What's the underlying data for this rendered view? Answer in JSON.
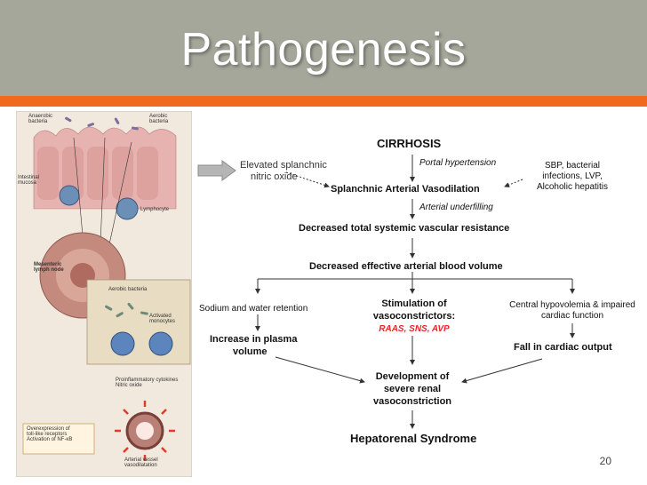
{
  "slide": {
    "title": "Pathogenesis",
    "page_number": "20"
  },
  "illustration": {
    "anaerobic_bacteria": "Anaerobic\nbacteria",
    "aerobic_bacteria": "Aerobic\nbacteria",
    "intestinal_mucosa": "Intestinal\nmucosa",
    "lymphocyte": "Lymphocyte",
    "mesenteric_lymph_node": "Mesenteric\nlymph node",
    "aerobic_bacteria_2": "Aerobic bacteria",
    "activated_monocytes": "Activated\nmonocytes",
    "proinflammatory": "Proinflammatory cytokines\nNitric oxide",
    "overexpression": "Overexpression of\ntoll-like receptors\nActivation of NF-κB",
    "arterial_vessel": "Arterial vessel\nvasodilatation"
  },
  "flow": {
    "cirrhosis": "CIRRHOSIS",
    "portal_hypertension": "Portal hypertension",
    "elevated_no_1": "Elevated splanchnic",
    "elevated_no_2": "nitric oxide",
    "sbp_1": "SBP, bacterial",
    "sbp_2": "infections, LVP,",
    "sbp_3": "Alcoholic hepatitis",
    "splanchnic": "Splanchnic Arterial Vasodilation",
    "arterial_underfilling": "Arterial underfilling",
    "decreased_svr": "Decreased total systemic vascular resistance",
    "decreased_eabv": "Decreased effective arterial blood volume",
    "sodium_water": "Sodium and water retention",
    "stim_1": "Stimulation of",
    "stim_2": "vasoconstrictors:",
    "stim_3": "RAAS, SNS, AVP",
    "central_1": "Central hypovolemia & impaired",
    "central_2": "cardiac function",
    "plasma_1": "Increase in plasma",
    "plasma_2": "volume",
    "cardiac_output": "Fall in cardiac output",
    "renal_1": "Development of",
    "renal_2": "severe renal",
    "renal_3": "vasoconstriction",
    "hrs": "Hepatorenal Syndrome"
  },
  "colors": {
    "header_bg": "#a4a79a",
    "accent": "#ef6a1f",
    "highlight_red": "#e8262b"
  }
}
